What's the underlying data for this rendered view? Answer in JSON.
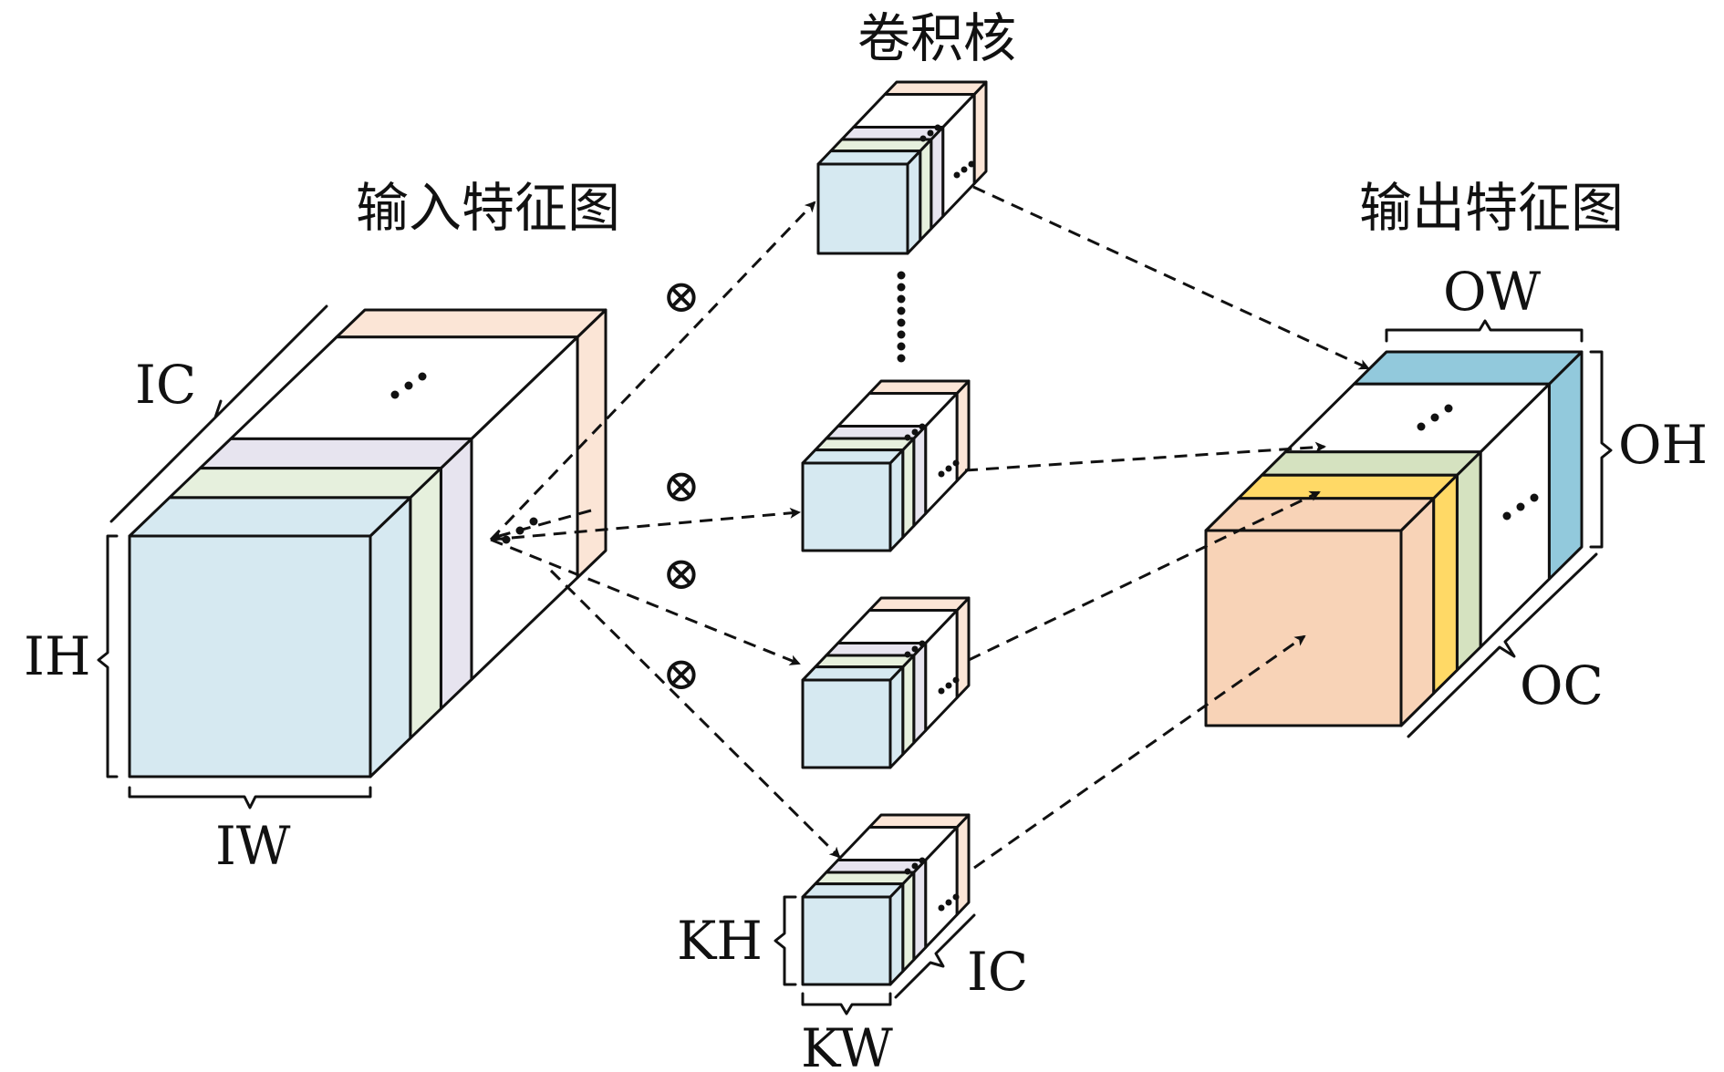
{
  "titles": {
    "input": "输入特征图",
    "kernel": "卷积核",
    "output": "输出特征图"
  },
  "input_labels": {
    "channels": "IC",
    "height": "IH",
    "width": "IW"
  },
  "kernel_labels": {
    "height": "KH",
    "width": "KW",
    "channels": "IC"
  },
  "output_labels": {
    "width": "OW",
    "height": "OH",
    "channels": "OC"
  },
  "operator_symbol": "⊗",
  "colors": {
    "input_slices": [
      "#d6e9f1",
      "#e6f0dd",
      "#e7e4ef",
      "#ffffff",
      "#fbe5d6"
    ],
    "output_slices": [
      "#f8d3b7",
      "#ffd966",
      "#d5e2c0",
      "#ffffff",
      "#92c9dc"
    ],
    "kernel_slices": [
      "#d6e9f1",
      "#e6f0dd",
      "#e7e4ef",
      "#ffffff",
      "#fbe5d6"
    ]
  }
}
